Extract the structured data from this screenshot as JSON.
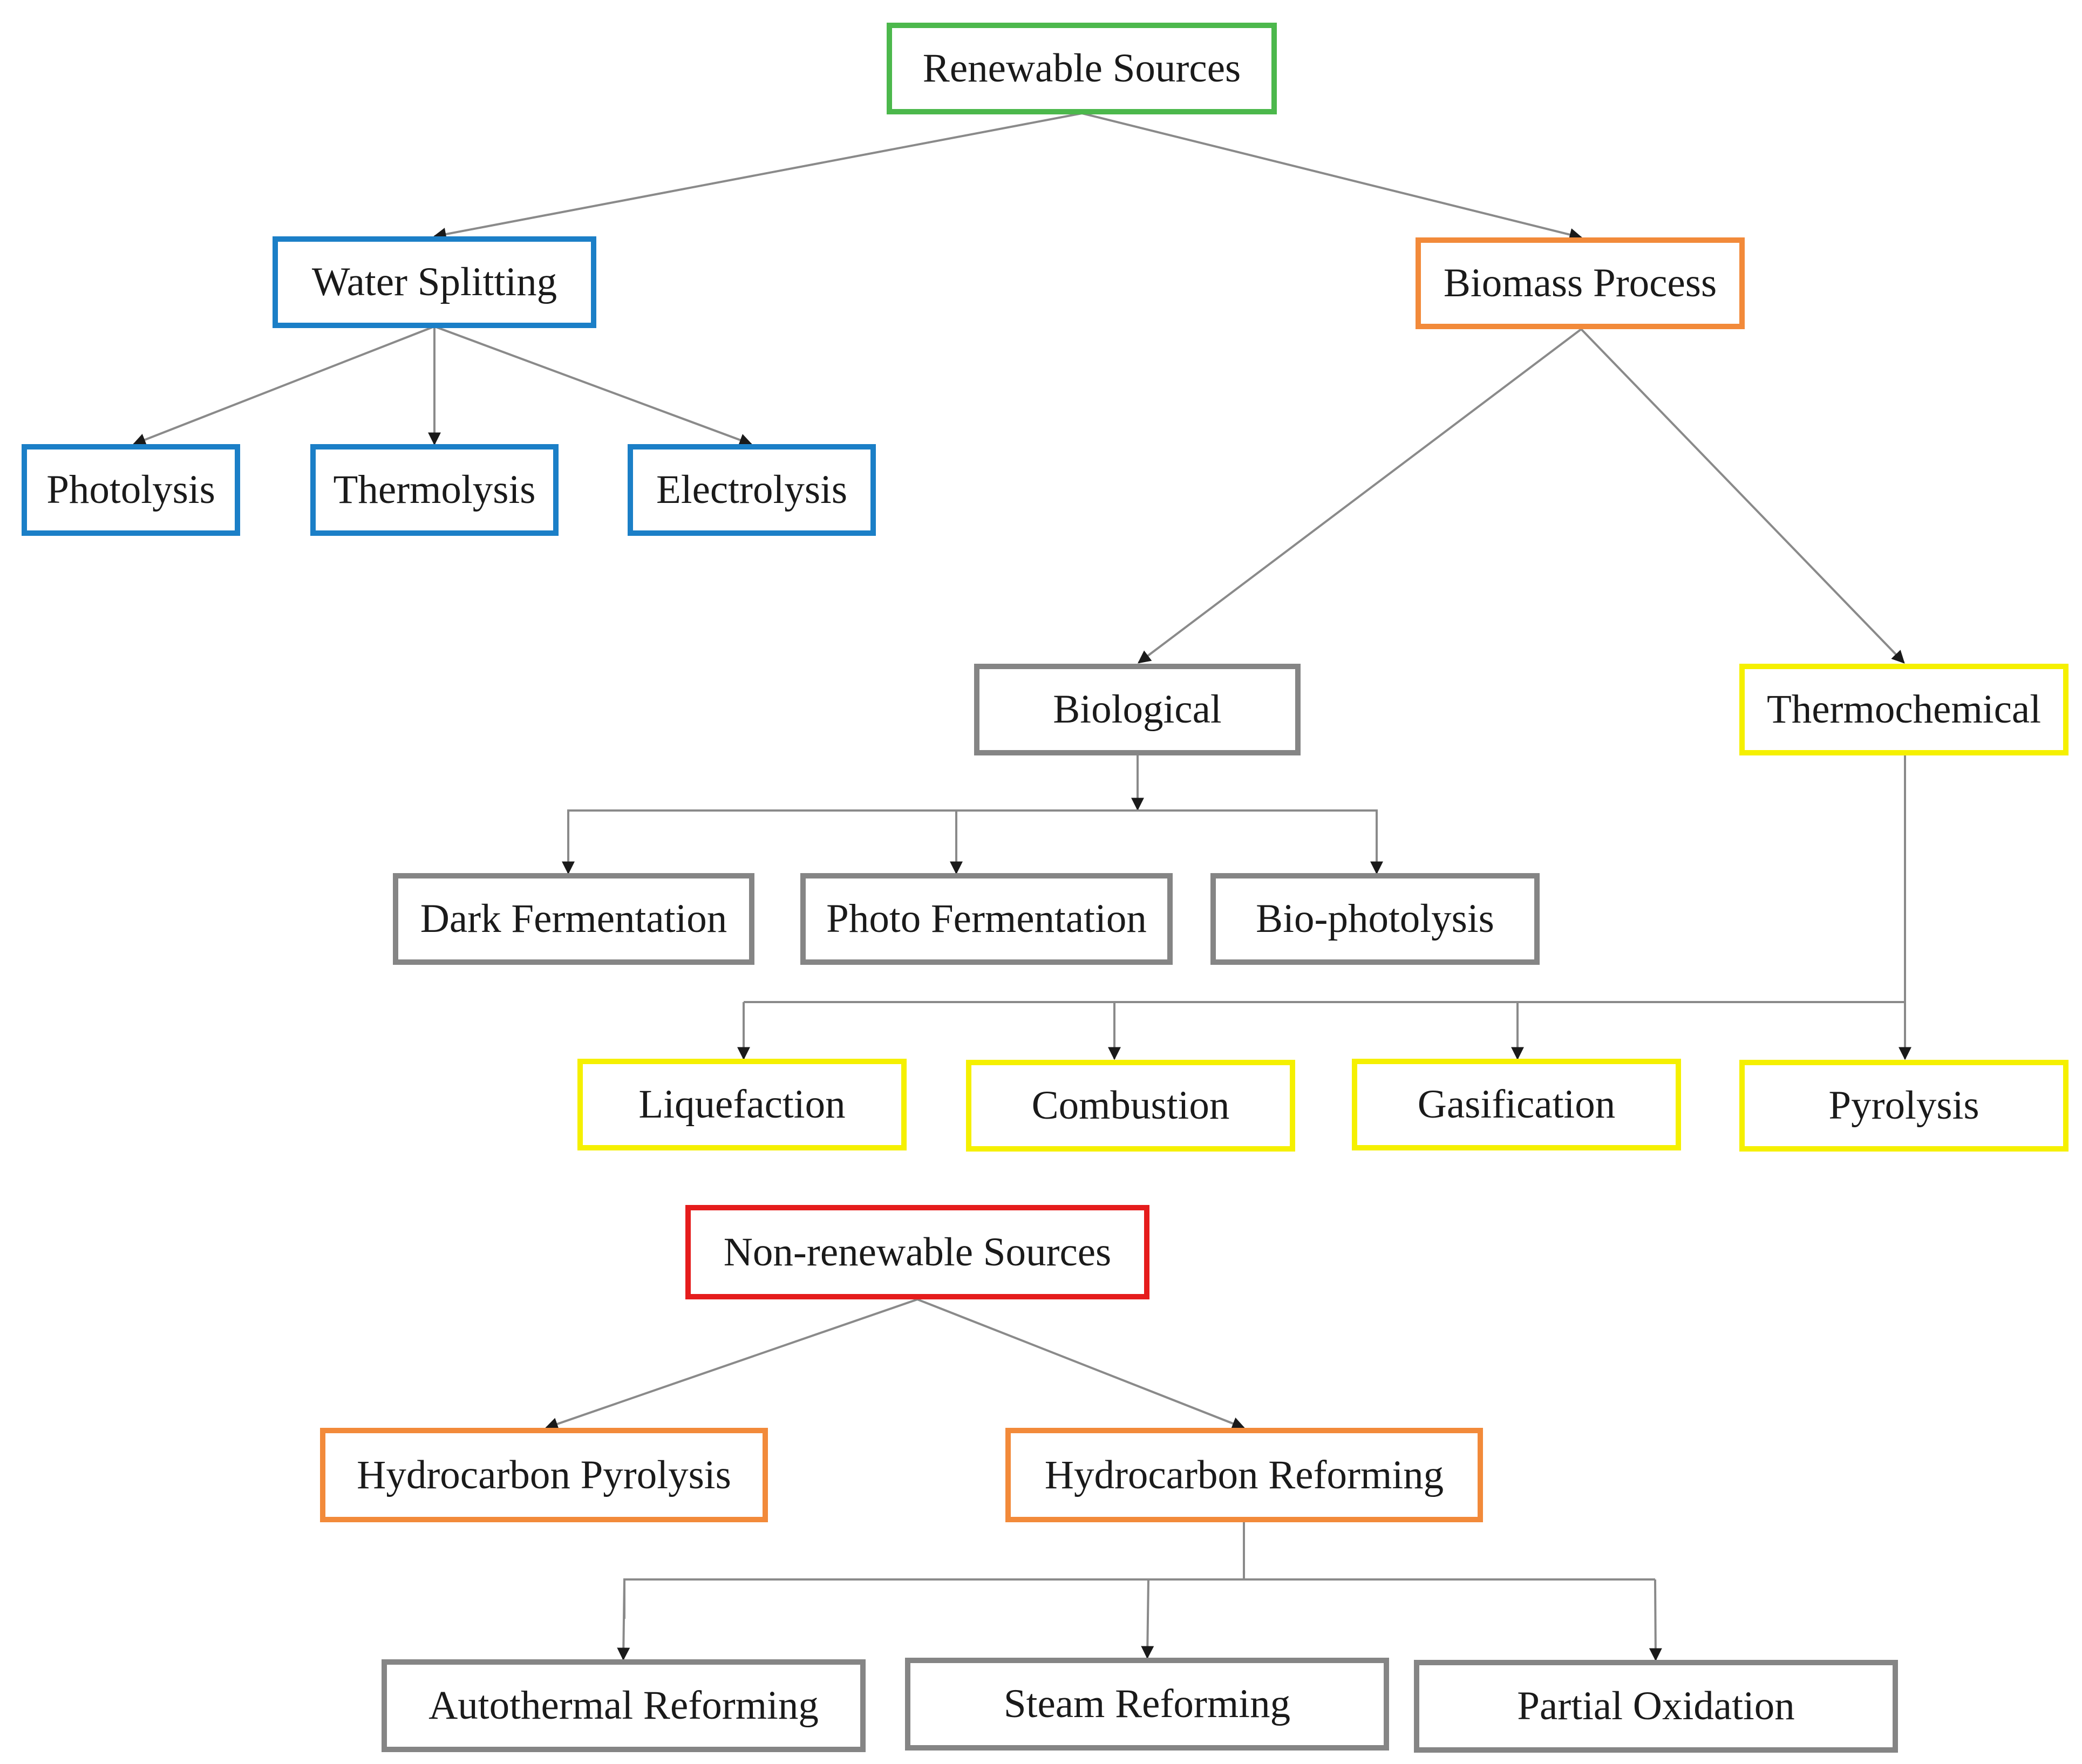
{
  "colors": {
    "renewable": "#4cb84c",
    "water_splitting": "#1b7fc7",
    "process": "#f28a3a",
    "sub_method": "#858585",
    "thermochemical": "#f5f000",
    "non_renewable": "#e51c1c",
    "connector": "#8a8a8a"
  },
  "renewable": {
    "root": "Renewable Sources",
    "water_splitting": {
      "label": "Water Splitting",
      "children": [
        "Photolysis",
        "Thermolysis",
        "Electrolysis"
      ]
    },
    "biomass": {
      "label": "Biomass Process",
      "biological": {
        "label": "Biological",
        "children": [
          "Dark Fermentation",
          "Photo Fermentation",
          "Bio-photolysis"
        ]
      },
      "thermochemical": {
        "label": "Thermochemical",
        "children": [
          "Liquefaction",
          "Combustion",
          "Gasification",
          "Pyrolysis"
        ]
      }
    }
  },
  "non_renewable": {
    "root": "Non-renewable Sources",
    "pyrolysis": "Hydrocarbon Pyrolysis",
    "reforming": {
      "label": "Hydrocarbon Reforming",
      "children": [
        "Autothermal Reforming",
        "Steam Reforming",
        "Partial Oxidation"
      ]
    }
  }
}
